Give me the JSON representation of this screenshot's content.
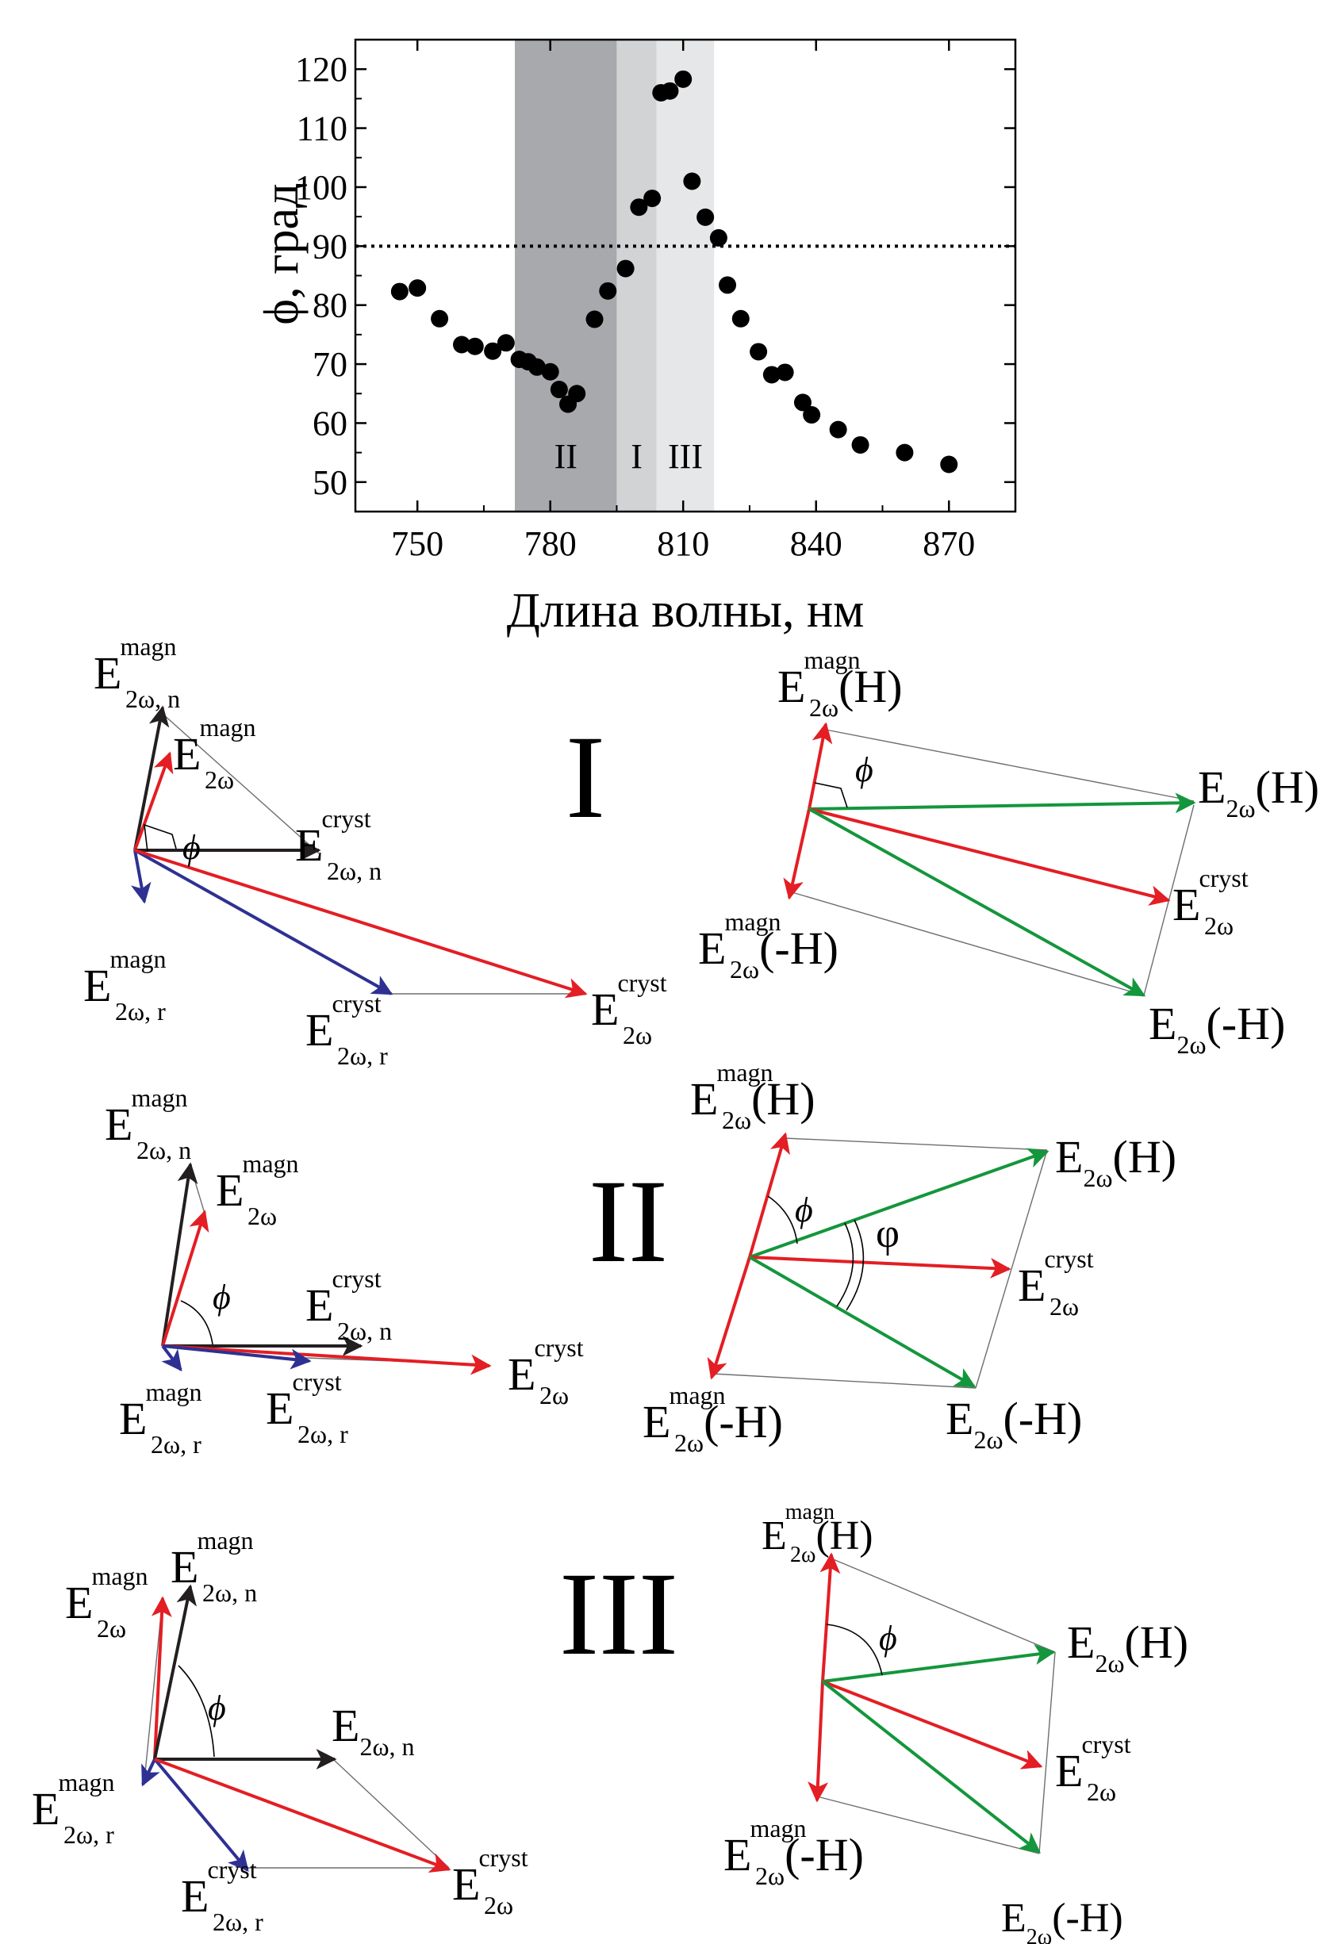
{
  "chart_data": {
    "type": "scatter",
    "xlabel": "Длина волны, нм",
    "ylabel": "ϕ, град",
    "xlim": [
      736,
      885
    ],
    "ylim": [
      45,
      125
    ],
    "xticks": [
      750,
      780,
      810,
      840,
      870
    ],
    "yticks": [
      50,
      60,
      70,
      80,
      90,
      100,
      110,
      120
    ],
    "reference_line": {
      "y": 90,
      "style": "dotted"
    },
    "regions": [
      {
        "label": "II",
        "x_range": [
          772,
          795
        ],
        "color": "#a7a9ac"
      },
      {
        "label": "I",
        "x_range": [
          795,
          804
        ],
        "color": "#d1d3d4"
      },
      {
        "label": "III",
        "x_range": [
          804,
          817
        ],
        "color": "#e6e7e8"
      }
    ],
    "series": [
      {
        "points": [
          [
            746,
            82.3
          ],
          [
            750,
            82.9
          ],
          [
            755,
            77.7
          ],
          [
            760,
            73.3
          ],
          [
            763,
            73.0
          ],
          [
            767,
            72.2
          ],
          [
            770,
            73.6
          ],
          [
            773,
            70.8
          ],
          [
            775,
            70.4
          ],
          [
            777,
            69.5
          ],
          [
            780,
            68.7
          ],
          [
            782,
            65.7
          ],
          [
            784,
            63.2
          ],
          [
            786,
            65.0
          ],
          [
            790,
            77.6
          ],
          [
            793,
            82.4
          ],
          [
            797,
            86.2
          ],
          [
            800,
            96.6
          ],
          [
            803,
            98.1
          ],
          [
            805,
            116.0
          ],
          [
            807,
            116.3
          ],
          [
            810,
            118.3
          ],
          [
            812,
            101.0
          ],
          [
            815,
            94.9
          ],
          [
            818,
            91.4
          ],
          [
            820,
            83.4
          ],
          [
            823,
            77.7
          ],
          [
            827,
            72.1
          ],
          [
            830,
            68.2
          ],
          [
            833,
            68.6
          ],
          [
            837,
            63.5
          ],
          [
            839,
            61.4
          ],
          [
            845,
            58.9
          ],
          [
            850,
            56.3
          ],
          [
            860,
            55.0
          ],
          [
            870,
            53.0
          ]
        ]
      }
    ]
  },
  "diagrams": {
    "I": {
      "numeral": "I",
      "left": {
        "E_n_magn": {
          "main": "E",
          "sub": "2ω, n",
          "sup": "magn"
        },
        "E_magn": {
          "main": "E",
          "sub": "2ω",
          "sup": "magn"
        },
        "E_n_cryst": {
          "main": "E",
          "sub": "2ω, n",
          "sup": "cryst"
        },
        "E_r_magn": {
          "main": "E",
          "sub": "2ω, r",
          "sup": "magn"
        },
        "E_r_cryst": {
          "main": "E",
          "sub": "2ω, r",
          "sup": "cryst"
        },
        "E_cryst": {
          "main": "E",
          "sub": "2ω",
          "sup": "cryst"
        },
        "angle": "ϕ"
      },
      "right": {
        "E_magn_H": {
          "main": "E",
          "sub": "2ω",
          "sup": "magn",
          "tail": "(H)"
        },
        "E_H": {
          "main": "E",
          "sub": "2ω",
          "sup": "",
          "tail": "(H)"
        },
        "E_cryst": {
          "main": "E",
          "sub": "2ω",
          "sup": "cryst",
          "tail": ""
        },
        "E_magn_mH": {
          "main": "E",
          "sub": "2ω",
          "sup": "magn",
          "tail": "(-H)"
        },
        "E_mH": {
          "main": "E",
          "sub": "2ω",
          "sup": "",
          "tail": "(-H)"
        },
        "angle": "ϕ"
      }
    },
    "II": {
      "numeral": "II",
      "left": {
        "E_n_magn": {
          "main": "E",
          "sub": "2ω, n",
          "sup": "magn"
        },
        "E_magn": {
          "main": "E",
          "sub": "2ω",
          "sup": "magn"
        },
        "E_n_cryst": {
          "main": "E",
          "sub": "2ω, n",
          "sup": "cryst"
        },
        "E_cryst": {
          "main": "E",
          "sub": "2ω",
          "sup": "cryst"
        },
        "E_r_magn": {
          "main": "E",
          "sub": "2ω, r",
          "sup": "magn"
        },
        "E_r_cryst": {
          "main": "E",
          "sub": "2ω, r",
          "sup": "cryst"
        },
        "angle": "ϕ"
      },
      "right": {
        "E_magn_H": {
          "main": "E",
          "sub": "2ω",
          "sup": "magn",
          "tail": "(H)"
        },
        "E_H": {
          "main": "E",
          "sub": "2ω",
          "sup": "",
          "tail": "(H)"
        },
        "E_cryst": {
          "main": "E",
          "sub": "2ω",
          "sup": "cryst",
          "tail": ""
        },
        "E_magn_mH": {
          "main": "E",
          "sub": "2ω",
          "sup": "magn",
          "tail": "(-H)"
        },
        "E_mH": {
          "main": "E",
          "sub": "2ω",
          "sup": "",
          "tail": "(-H)"
        },
        "angle": "ϕ",
        "angle2": "φ"
      }
    },
    "III": {
      "numeral": "III",
      "left": {
        "E_magn": {
          "main": "E",
          "sub": "2ω",
          "sup": "magn"
        },
        "E_n_magn": {
          "main": "E",
          "sub": "2ω, n",
          "sup": "magn"
        },
        "E_n": {
          "main": "E",
          "sub": "2ω, n",
          "sup": ""
        },
        "E_r_magn": {
          "main": "E",
          "sub": "2ω, r",
          "sup": "magn"
        },
        "E_r_cryst": {
          "main": "E",
          "sub": "2ω, r",
          "sup": "cryst"
        },
        "E_cryst": {
          "main": "E",
          "sub": "2ω",
          "sup": "cryst"
        },
        "angle": "ϕ"
      },
      "right": {
        "E_magn_H": {
          "main": "E",
          "sub": "2ω",
          "sup": "magn",
          "tail": "(H)"
        },
        "E_H": {
          "main": "E",
          "sub": "2ω",
          "sup": "",
          "tail": "(H)"
        },
        "E_cryst": {
          "main": "E",
          "sub": "2ω",
          "sup": "cryst",
          "tail": ""
        },
        "E_magn_mH": {
          "main": "E",
          "sub": "2ω",
          "sup": "magn",
          "tail": "(-H)"
        },
        "E_mH": {
          "main": "E",
          "sub": "2ω",
          "sup": "",
          "tail": "(-H)"
        },
        "angle": "ϕ"
      }
    }
  },
  "colors": {
    "red": "#e31e24",
    "green": "#14963c",
    "blue": "#2e3192",
    "black": "#231f20",
    "outline": "#6d6e71"
  }
}
